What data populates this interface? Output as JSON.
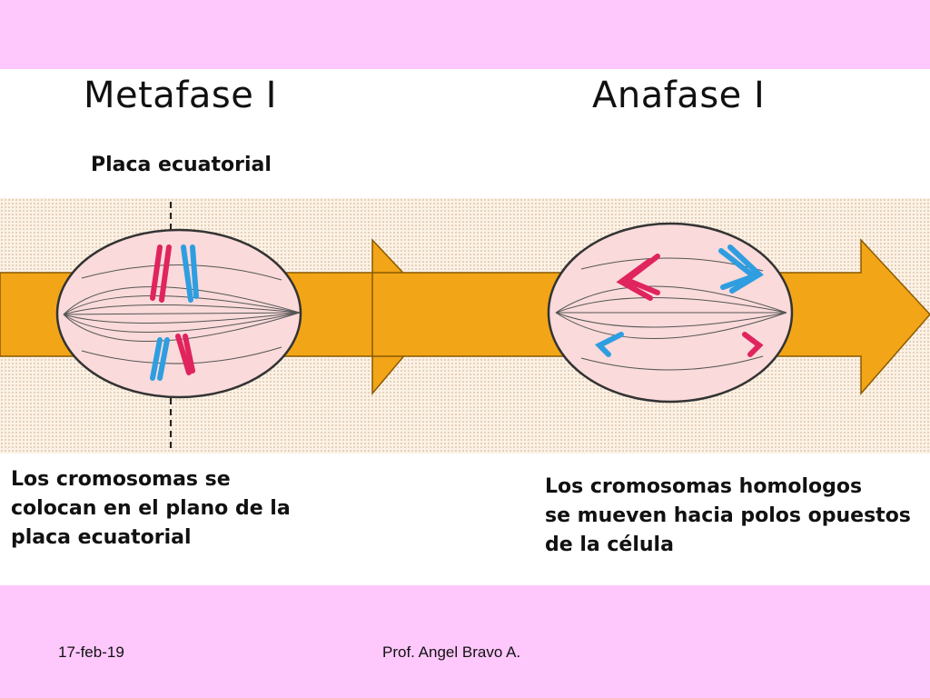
{
  "metafase": {
    "title": "Metafase I",
    "plate_label": "Placa ecuatorial",
    "caption": [
      "Los cromosomas se",
      "colocan en el plano de la",
      "placa ecuatorial"
    ]
  },
  "anafase": {
    "title": "Anafase I",
    "caption": [
      "Los cromosomas homologos",
      "se mueven hacia polos opuestos",
      "de la célula"
    ]
  },
  "footer": {
    "date": "17-feb-19",
    "author": "Prof.  Angel Bravo A."
  },
  "colors": {
    "background": "#ffc8fc",
    "arrow": "#f2a516",
    "cell": "#fadada",
    "chromosome_red": "#e0245e",
    "chromosome_blue": "#2e9ee0"
  }
}
